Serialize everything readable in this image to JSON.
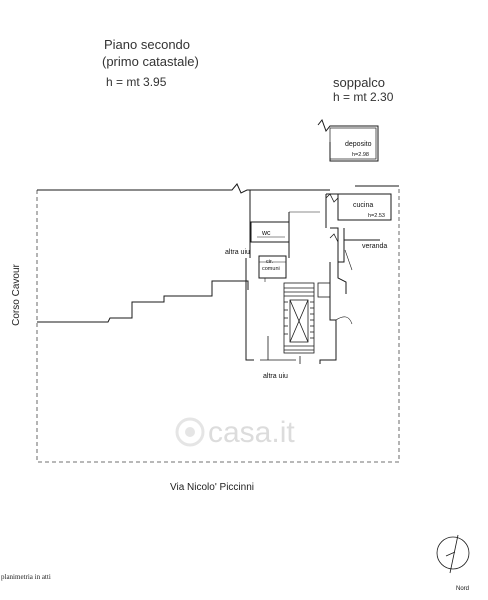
{
  "header": {
    "floor_title": "Piano secondo",
    "floor_subtitle": "(primo catastale)",
    "floor_height": "h = mt 3.95",
    "mezzanine_title": "soppalco",
    "mezzanine_height": "h = mt 2.30"
  },
  "rooms": {
    "deposito": "deposito",
    "deposito_height": "h=2.98",
    "cucina": "cucina",
    "cucina_height": "h=2.53",
    "wc": "wc",
    "veranda": "veranda",
    "altra_uiu_top": "altra uiu",
    "altra_uiu_bottom": "altra uiu",
    "circ_line1": "cir.",
    "circ_line2": "comuni"
  },
  "streets": {
    "corso": "Corso Cavour",
    "via": "Via Nicolo' Piccinni"
  },
  "footer": {
    "north": "Nord",
    "note": "planimetria in atti"
  },
  "watermark": "casa.it",
  "colors": {
    "line": "#1a1a1a",
    "dash": "#444444",
    "watermark": "#dcdcdc"
  }
}
